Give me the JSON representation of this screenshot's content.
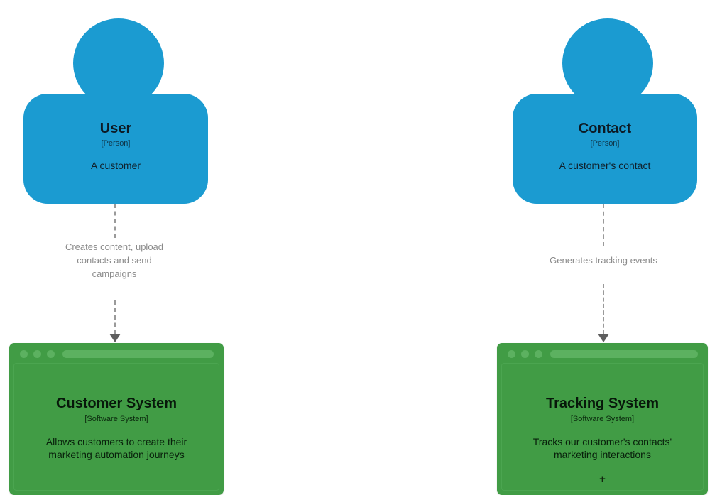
{
  "diagram": {
    "type": "c4-system-context",
    "background": "#ffffff",
    "person_color": "#1b9bd1",
    "system_color": "#419c45",
    "relationship_color": "#9a9a9a",
    "arrowhead_color": "#5e5e5e"
  },
  "nodes": [
    {
      "id": "user",
      "shape": "person",
      "name": "User",
      "tag": "[Person]",
      "description": "A customer"
    },
    {
      "id": "contact",
      "shape": "person",
      "name": "Contact",
      "tag": "[Person]",
      "description": "A customer's contact"
    },
    {
      "id": "customer-system",
      "shape": "software-system",
      "name": "Customer System",
      "tag": "[Software System]",
      "description": "Allows customers to create their marketing automation journeys",
      "expand_marker": ""
    },
    {
      "id": "tracking-system",
      "shape": "software-system",
      "name": "Tracking System",
      "tag": "[Software System]",
      "description": "Tracks our customer's contacts' marketing interactions",
      "expand_marker": "+"
    }
  ],
  "relationships": [
    {
      "id": "user-to-customer-system",
      "from": "user",
      "to": "customer-system",
      "label": "Creates content, upload contacts and send campaigns",
      "style": "dashed",
      "direction": "down"
    },
    {
      "id": "contact-to-tracking-system",
      "from": "contact",
      "to": "tracking-system",
      "label": "Generates tracking events",
      "style": "dashed",
      "direction": "down"
    }
  ]
}
